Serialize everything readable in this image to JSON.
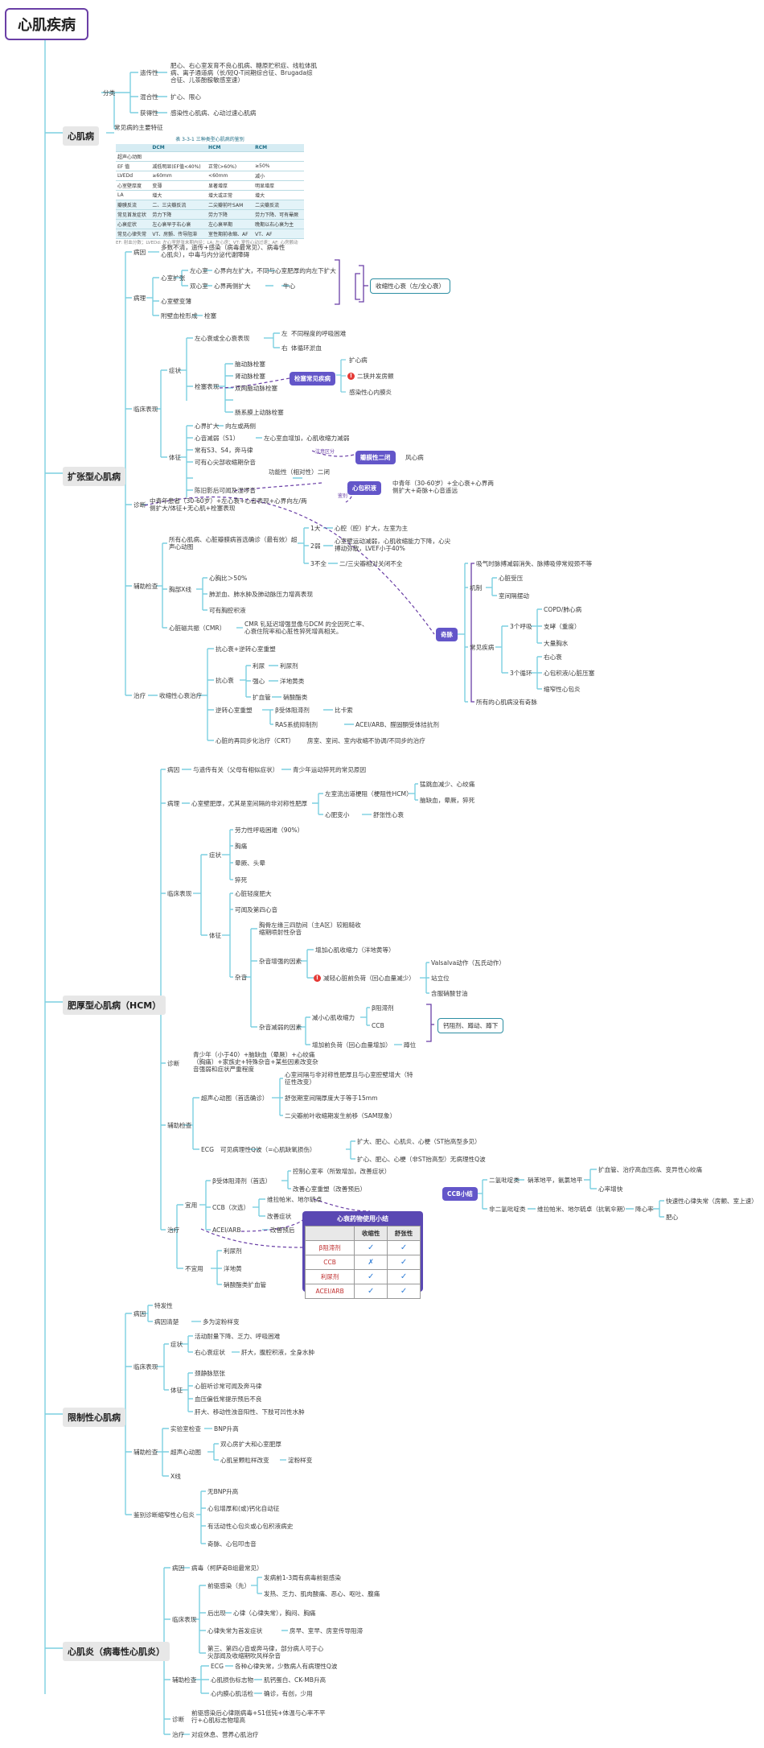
{
  "title": "心肌疾病",
  "sections": {
    "s1": "心肌病",
    "s2": "扩张型心肌病",
    "s3": "肥厚型心肌病（HCM）",
    "s4": "限制性心肌病",
    "s5": "心肌炎（病毒性心肌炎）"
  },
  "cm": {
    "fenlei": "分类",
    "yichuan": "遗传性",
    "yichuan_d": "肥心、右心室发育不良心肌病、糖原贮积症、线粒体肌病、离子通道病（长/短Q-T间期综合征、Brugada综合征、儿茶酚胺敏感室速）",
    "hunhe": "混合性",
    "hunhe_d": "扩心、限心",
    "huode": "获得性",
    "huode_d": "感染性心肌病、心动过速心肌病",
    "common": "常见病的主要特征",
    "fig": {
      "caption": "表 3-3-1 三种类型心肌病的鉴别",
      "head": [
        "",
        "DCM",
        "HCM",
        "RCM"
      ],
      "rows": [
        [
          "超声心动图",
          "",
          "",
          ""
        ],
        [
          "EF 值",
          "减低明显(EF值<40%)",
          "正常(>60%)",
          "≥50%"
        ],
        [
          "LVEDd",
          "≥60mm",
          "<60mm",
          "减小"
        ],
        [
          "心室壁厚度",
          "变薄",
          "显著增厚",
          "明显增厚"
        ],
        [
          "LA",
          "增大",
          "增大或正常",
          "增大"
        ],
        [
          "瓣膜反流",
          "二、三尖瓣反流",
          "二尖瓣前叶SAM",
          "二尖瓣反流"
        ],
        [
          "常见首发症状",
          "劳力下降",
          "劳力下降",
          "劳力下降、可有晕厥"
        ],
        [
          "心衰症状",
          "左心衰早于右心衰",
          "左心衰早期",
          "晚期以右心衰为主"
        ],
        [
          "常见心律失常",
          "VT、房颤、传导阻滞",
          "室性期前收缩、AF",
          "VT、AF"
        ]
      ],
      "note": "EF: 射血分数；LVEDd: 左心室舒张末期内径；LA: 左心房；VT: 室性心动过速；AF: 心房颤动"
    }
  },
  "dcm": {
    "bingyin": "病因",
    "bingyin_d": "多数不清，遗传+感染（病毒最常见）、病毒性心肌炎），中毒与内分泌代谢障碍",
    "bingli": "病理",
    "kuozhang": "心室扩张",
    "zuo": "左心室",
    "zuo_d": "心界向左扩大，不同与心室肥厚的向左下扩大",
    "shuang": "双心室",
    "shuang_d": "心界两侧扩大",
    "niuxin": "牛心",
    "bianbao": "心室壁变薄",
    "fuzhe": "附壁血栓形成",
    "shuansai": "栓塞",
    "box1": "收缩性心衰（左/全心衰）",
    "linchuang": "临床表现",
    "zhengzhuang": "症状",
    "zuoxinshuai": "左心衰或全心衰表现",
    "zuo2": "左",
    "zuo2_d": "不同程度的呼吸困难",
    "you2": "右",
    "you2_d": "体循环淤血",
    "shuansai_bx": "栓塞表现",
    "ss1": "脑动脉栓塞",
    "ss2": "肾动脉栓塞",
    "ss3": "双网脑动脉栓塞",
    "ss4": "肠系膜上动脉栓塞",
    "pill_ss": "栓塞常见疾病",
    "ss_r1": "扩心病",
    "ss_r2": "二狭并发房颤",
    "ss_r3": "感染性心内膜炎",
    "tizheng": "体征",
    "tz1": "心界扩大",
    "tz1_d": "向左或两侧",
    "tz2": "心音减弱（S1）",
    "tz2_d": "左心室血增加，心肌收缩力减弱",
    "tz3": "常有S3、S4，奔马律",
    "tz4": "可有心尖部收缩期杂音",
    "tz4_d": "功能性（相对性）二闭",
    "tz5": "陈旧影后可闻及湿啰音",
    "pill_er": "瓣膜性二闭",
    "er_r": "风心病",
    "note_er": "注意区分",
    "zhenduan": "诊断",
    "zd_d": "中青年患者（30-60岁）+左心衰+心音表现+心界向左/两侧扩大/体征+无心肌+栓塞表现",
    "note_jc": "鉴别",
    "pill_xj": "心包积液",
    "xj_r": "中青年（30-60岁）+全心衰+心界两侧扩大+奇脉+心音遥远",
    "fuzhu": "辅助检查",
    "fz1": "所有心肌病、心脏瓣膜病首选确诊（最有效）超声心动图",
    "fz1_a": "1大",
    "fz1_a_d": "心腔（腔）扩大，左室为主",
    "fz1_b": "2弱",
    "fz1_b_d": "心室壁运动减弱，心肌收缩能力下降，心尖搏动弥散，LVEF小于40%",
    "fz1_c": "3不全",
    "fz1_c_d": "二/三尖瓣相对关闭不全",
    "fz2": "胸部X线",
    "fz2_a": "心胸比＞50%",
    "fz2_b": "肺淤血、肺水肿及肺动脉压力增高表现",
    "fz2_c": "可有胸腔积液",
    "fz3": "心脏磁共振（CMR）",
    "fz3_d": "CMR 钆延迟增强显像与DCM 的全因死亡率、心衰住院率和心脏性猝死增高相关。",
    "zhiliao": "治疗",
    "zl_d": "收缩性心衰治疗",
    "zl1": "抗心衰+逆转心室重塑",
    "kxs": "抗心衰",
    "kxs1": "利尿",
    "kxs1_d": "利尿剂",
    "kxs2": "强心",
    "kxs2_d": "洋地黄类",
    "kxs3": "扩血管",
    "kxs3_d": "硝酸酯类",
    "nz": "逆转心室重塑",
    "nz1": "β受体阻滞剂",
    "nz1_d": "比卡索",
    "nz2": "RAS系统抑制剂",
    "nz2_d": "ACEI/ARB、醛固酮受体拮抗剂",
    "crt": "心脏的再同步化治疗（CRT）",
    "crt_d": "房室、室间、室内收缩不协调/不同步的治疗",
    "pill_qm": "奇脉",
    "qm_d": "吸气时脉搏减弱消失、脉搏吸停常规颈不等",
    "qm_j": "机制",
    "qm_j1": "心脏受压",
    "qm_j2": "室间隔摆动",
    "qm_c": "常见疾病",
    "qm_c1": "3个呼吸",
    "qm_c1a": "COPD/肺心病",
    "qm_c1b": "支哮（重度）",
    "qm_c1c": "大量胸水",
    "qm_c2": "3个循环",
    "qm_c2a": "右心衰",
    "qm_c2b": "心包积液/心脏压塞",
    "qm_c2c": "缩窄性心包炎",
    "qm_all": "所有的心肌病没有奇脉"
  },
  "hcm": {
    "bingyin": "病因",
    "bingyin_a": "与遗传有关（父母有相似症状）",
    "bingyin_b": "青少年运动猝死的常见原因",
    "bingli": "病理",
    "bingli_d": "心室壁肥厚，尤其是室间隔的非对称性肥厚",
    "gz1": "左室流出道梗阻（梗阻性HCM）",
    "gz1a": "猛跳血减少、心绞痛",
    "gz1b": "脑缺血，晕厥，猝死",
    "gz2": "心肥变小",
    "gz2_d": "舒张性心衰",
    "lc": "临床表现",
    "zz": "症状",
    "zz1": "劳力性呼吸困难（90%）",
    "zz2": "胸痛",
    "zz3": "晕厥、头晕",
    "zz4": "猝死",
    "tz": "体征",
    "tz1": "心脏轻度肥大",
    "tz2": "可闻及第四心音",
    "zy": "杂音",
    "zy1": "胸骨左缘三四肋间（主A区）较粗糙收缩期喷射性杂音",
    "zy2": "杂音增强的因素",
    "zy2a": "增加心肌收缩力（洋地黄等）",
    "zy2b": "减轻心脏前负荷（回心血量减少）",
    "zy2b1": "Valsalva动作（瓦氏动作）",
    "zy2b2": "站立位",
    "zy2b3": "含服硝酸甘油",
    "zy3": "杂音减弱的因素",
    "zy3a": "减小心肌收缩力",
    "zy3a1": "β阻滞剂",
    "zy3a2": "CCB",
    "zy3b": "增加前负荷（回心血量增加）",
    "zy3b1": "蹲位",
    "box_zy": "钙阻剂、蹲动、蹲下",
    "zd": "诊断",
    "zd_d": "青少年（小于40）+脑缺血（晕厥）+心绞痛（胸痛）+家族史+特殊杂音+某些因素改变杂音强弱和症状严重程度",
    "fz": "辅助检查",
    "fz1": "超声心动图（首选确诊）",
    "fz1a": "心室间隔与非对称性肥厚且与心室腔壁增大（特征性改变）",
    "fz1b": "舒张期室间隔厚度大于等于15mm",
    "fz1c": "二尖瓣前叶收缩期发生前移（SAM现象）",
    "fz2": "ECG",
    "fz2_d": "可见病理性Q波（=心肌缺氧损伤）",
    "fz2a": "扩大、肥心、心肌炎、心梗（ST抬高型多见）",
    "fz2b": "扩心、肥心、心梗（非ST抬高型）无病理性Q波",
    "zl": "治疗",
    "zl_yy": "宜用",
    "zl_b": "β受体阻滞剂（首选）",
    "zl_b1": "控制心室率（所致增加，改善症状）",
    "zl_b2": "改善心室重塑（改善预后）",
    "zl_c": "CCB（次选）",
    "zl_c1": "维拉帕米、地尔硫卓",
    "zl_c2": "改善症状",
    "zl_a": "ACEI/ARB",
    "zl_a1": "改善预后",
    "zl_by": "不宜用",
    "zl_by1": "利尿剂",
    "zl_by2": "洋地黄",
    "zl_by3": "硝酸酯类扩血管",
    "pill_ccb": "CCB小结",
    "ccb1": "二氢吡啶类",
    "ccb1_d": "硝苯地平，氨氯地平",
    "ccb1a": "扩血管、治疗高血压病、变异性心绞痛",
    "ccb1b": "心率增快",
    "ccb2": "非二氢吡啶类",
    "ccb2_d": "维拉帕米、地尔硫卓（抗氧伞期）",
    "ccb2_e": "降心率",
    "ccb2a": "快速性心律失常（房颤、室上速）",
    "ccb2b": "肥心",
    "panel": {
      "title": "心衰药物使用小结",
      "head": [
        "",
        "收缩性",
        "舒张性"
      ],
      "rows": [
        [
          "β阻滞剂",
          "✓",
          "✓"
        ],
        [
          "CCB",
          "✗",
          "✓"
        ],
        [
          "利尿剂",
          "✓",
          "✓"
        ],
        [
          "ACEI/ARB",
          "✓",
          "✓"
        ]
      ]
    }
  },
  "rcm": {
    "by": "病因",
    "by1": "特发性",
    "by2": "病因清楚",
    "by2_d": "多为淀粉样变",
    "lc": "临床表现",
    "zz": "症状",
    "zz1": "活动耐量下降、乏力、呼吸困难",
    "zz2": "右心衰症状",
    "zz2_d": "肝大，腹腔积液，全身水肿",
    "tz": "体征",
    "tz1": "颈静脉怒张",
    "tz2": "心脏听诊常可闻及奔马律",
    "tz3": "血压偏低常提示预后不良",
    "tz4": "肝大、移动性浊音阳性、下肢可凹性水肿",
    "fz": "辅助检查",
    "fz1": "实验室检查",
    "fz1_d": "BNP升高",
    "fz2": "超声心动图",
    "fz2a": "双心房扩大和心室肥厚",
    "fz2b": "心肌呈颗粒样改变",
    "fz2b_d": "淀粉样变",
    "fz3": "X线",
    "jb": "鉴别诊断缩窄性心包炎",
    "jb1": "无BNP升高",
    "jb2": "心包增厚和(或)钙化自动征",
    "jb3": "有活动性心包炎或心包积液病史",
    "jb4": "奇脉、心包叩击音"
  },
  "myo": {
    "by": "病因",
    "by_d": "病毒（柯萨奇B组最常见）",
    "lc": "临床表现",
    "q": "前驱感染（先）",
    "q1": "发病前1-3周有病毒前驱感染",
    "q2": "发热、乏力、肌肉酸痛、恶心、呕吐、腹痛",
    "h": "后出现",
    "h_d": "心律（心律失常），胸闷、胸痛",
    "x": "心律失常为首发症状",
    "x_d": "房早、室早、房室传导阻滞",
    "d": "第三、第四心音或奔马律，部分病人可于心尖部闻及收缩期吹风样杂音",
    "fz": "辅助检查",
    "fz1": "ECG",
    "fz1_d": "各种心律失常，少数病人有病理性Q波",
    "fz2": "心肌损伤标志物",
    "fz2_d": "肌钙蛋白、CK-MB升高",
    "fz3": "心内膜心肌活检",
    "fz3_d": "确诊，有创，少用",
    "zd": "诊断",
    "zd_d": "前驱感染后心律刚病毒+S1低钝+体温与心率不平行+心肌标志物增高",
    "zl": "治疗",
    "zl_d": "对症休息、营养心肌治疗"
  },
  "colors": {
    "trunk": "#7ccfe0",
    "branch": "#7ccfe0",
    "purple": "#6a3fa6",
    "pill": "#6356c9",
    "boxBorder": "#2d8fa3",
    "warn": "#e53935"
  }
}
